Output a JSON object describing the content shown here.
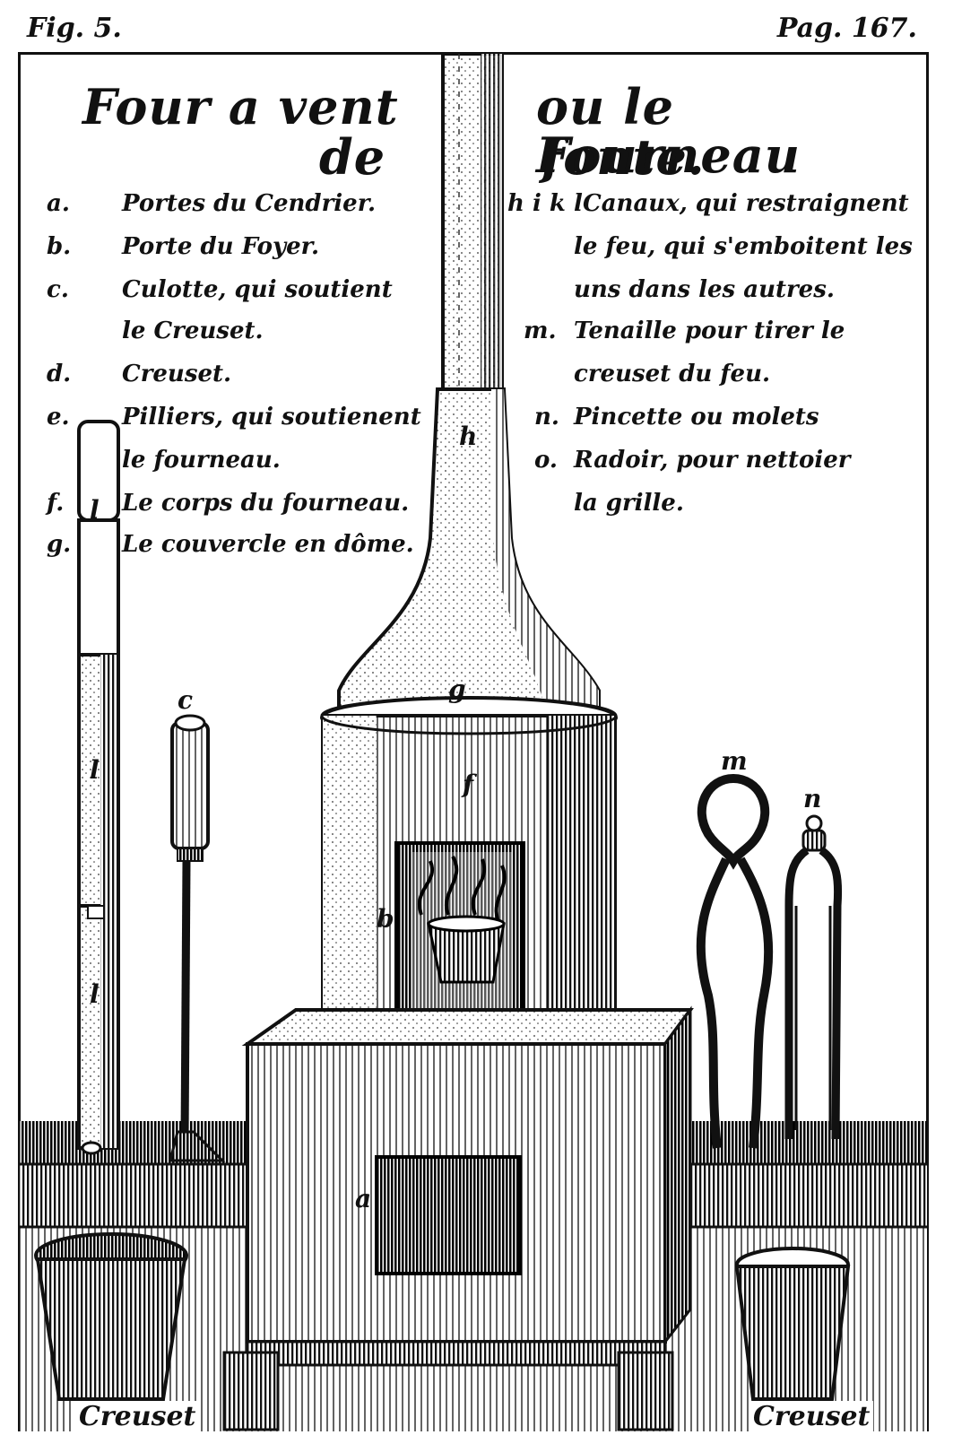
{
  "header": {
    "fig": "Fig. 5.",
    "page": "Pag. 167."
  },
  "title": {
    "part1": "Four a vent",
    "part2": "ou le Fourneau",
    "part3": "de",
    "part4": "fonte."
  },
  "legend_left": [
    {
      "key": "a.",
      "text": "Portes du Cendrier."
    },
    {
      "key": "b.",
      "text": "Porte du Foyer."
    },
    {
      "key": "c.",
      "text": "Culotte, qui soutient"
    },
    {
      "key": "",
      "text": "le Creuset."
    },
    {
      "key": "d.",
      "text": "Creuset."
    },
    {
      "key": "e.",
      "text": "Pilliers, qui soutienent"
    },
    {
      "key": "",
      "text": "le fourneau."
    },
    {
      "key": "f.",
      "text": "Le corps du fourneau."
    },
    {
      "key": "g.",
      "text": "Le couvercle en dôme."
    }
  ],
  "legend_right": [
    {
      "key": "h i k l",
      "text": "Canaux, qui restraignent"
    },
    {
      "key": "",
      "text": "le feu, qui s'emboitent les"
    },
    {
      "key": "",
      "text": "uns dans les autres."
    },
    {
      "key": "m.",
      "text": "Tenaille pour tirer le"
    },
    {
      "key": "",
      "text": "creuset du feu."
    },
    {
      "key": "n.",
      "text": "Pincette ou molets"
    },
    {
      "key": "o.",
      "text": "Radoir, pour nettoier"
    },
    {
      "key": "",
      "text": "la grille."
    }
  ],
  "figure_letters": {
    "h": "h",
    "g": "g",
    "f": "f",
    "b": "b",
    "a": "a",
    "c": "c",
    "m": "m",
    "n": "n",
    "l1": "l",
    "l2": "l",
    "l3": "l"
  },
  "bottom_labels": {
    "left": "Creuset",
    "right": "Creuset"
  },
  "colors": {
    "ink": "#111111",
    "paper": "#ffffff"
  }
}
